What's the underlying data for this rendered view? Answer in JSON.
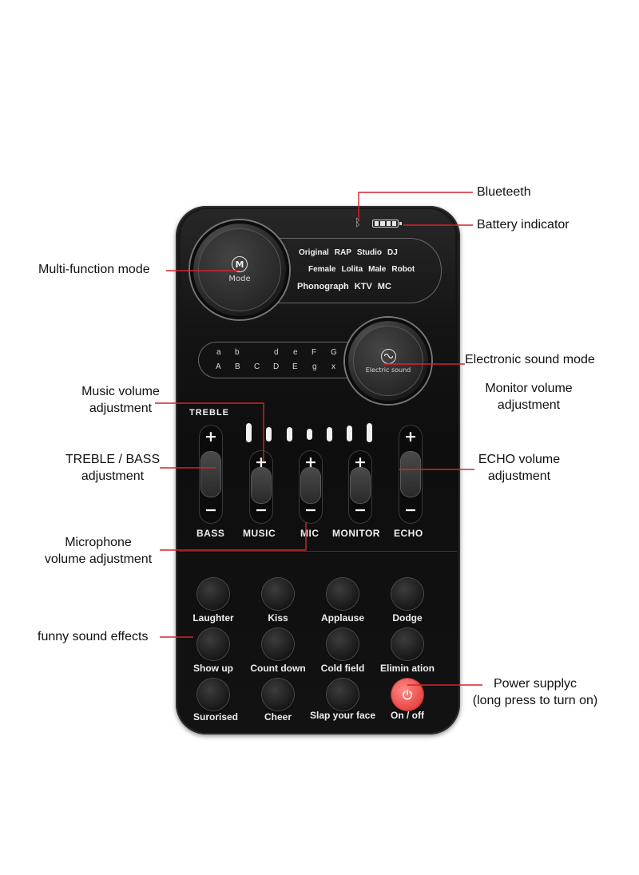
{
  "device": {
    "mode_button": {
      "badge": "M",
      "label": "Mode"
    },
    "mode_list": {
      "row1": [
        "Original",
        "RAP",
        "Studio",
        "DJ"
      ],
      "row2": [
        "Female",
        "Lolita",
        "Male",
        "Robot"
      ],
      "row3": [
        "Phonograph",
        "KTV",
        "MC"
      ]
    },
    "electric_sound": {
      "label": "Electric sound",
      "upper_letters": [
        "a",
        "b",
        "d",
        "e",
        "F",
        "G"
      ],
      "lower_letters": [
        "A",
        "B",
        "C",
        "D",
        "E",
        "g",
        "x"
      ]
    },
    "treble_label": "TREBLE",
    "sliders": [
      {
        "label": "BASS",
        "plus": "+",
        "minus": "−"
      },
      {
        "label": "MUSIC",
        "plus": "+",
        "minus": "−"
      },
      {
        "label": "MIC",
        "plus": "+",
        "minus": "−"
      },
      {
        "label": "MONITOR",
        "plus": "+",
        "minus": "−"
      },
      {
        "label": "ECHO",
        "plus": "+",
        "minus": "−"
      }
    ],
    "effects": [
      "Laughter",
      "Kiss",
      "Applause",
      "Dodge",
      "Show up",
      "Count down",
      "Cold field",
      "Elimin ation",
      "Surorised",
      "Cheer",
      "Slap your face",
      "On / off"
    ]
  },
  "annotations": {
    "bluetooth": "Blueteeth",
    "battery": "Battery indicator",
    "multi_function": "Multi-function mode",
    "electronic_sound": "Electronic sound mode",
    "monitor_volume": [
      "Monitor volume",
      "adjustment"
    ],
    "music_volume": [
      "Music volume",
      "adjustment"
    ],
    "treble_bass": [
      "TREBLE / BASS",
      "adjustment"
    ],
    "echo_volume": [
      "ECHO volume",
      "adjustment"
    ],
    "microphone_volume": [
      "Microphone",
      "volume adjustment"
    ],
    "funny_sound": "funny sound effects",
    "power_supply": [
      "Power supplyc",
      "(long press to turn on)"
    ]
  },
  "colors": {
    "leader_line": "#d3242a",
    "device_body": "#111111",
    "power_button": "#ee5a55"
  },
  "icons": [
    "bluetooth-icon",
    "battery-icon",
    "mode-icon",
    "wave-icon",
    "power-icon"
  ]
}
